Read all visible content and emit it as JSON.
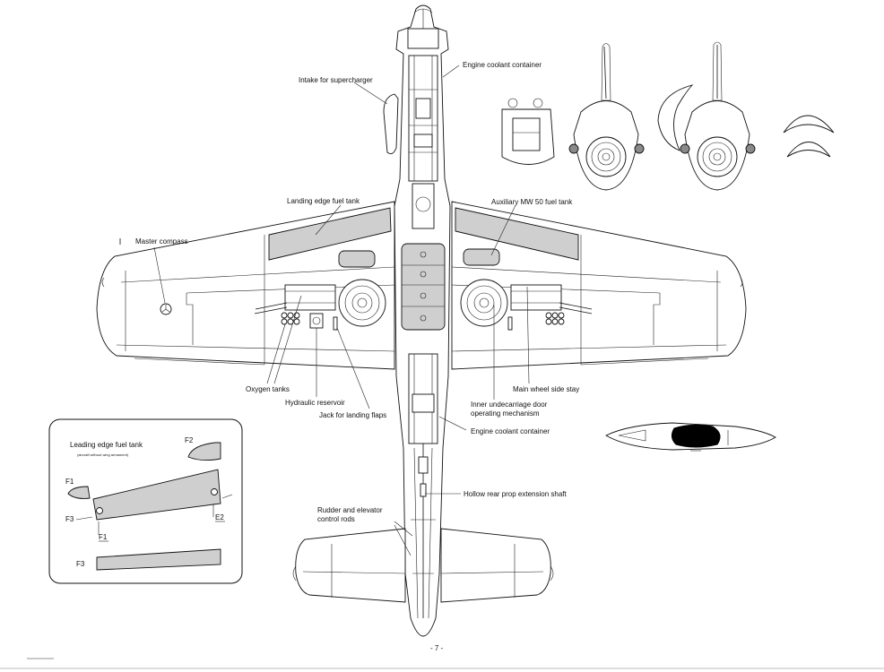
{
  "callouts": {
    "engine_coolant_top": "Engine coolant container",
    "intake_supercharger": "Intake for supercharger",
    "landing_edge_tank": "Landing edge fuel tank",
    "aux_mw50_tank": "Auxiliary MW 50 fuel tank",
    "master_compass": "Master compass",
    "oxygen_tanks": "Oxygen tanks",
    "hydraulic_reservoir": "Hydraulic reservoir",
    "jack_landing_flaps": "Jack for landing flaps",
    "inner_door_line1": "Inner undecarriage door",
    "inner_door_line2": "operating mechanism",
    "main_wheel_stay": "Main wheel side stay",
    "engine_coolant_bottom": "Engine coolant container",
    "hollow_shaft": "Hollow rear prop extension shaft",
    "rudder_line1": "Rudder and elevator",
    "rudder_line2": "control rods"
  },
  "inset": {
    "title": "Leading edge fuel tank",
    "subtitle": "(aircraft without wing armament)",
    "labels": {
      "f2": "F2",
      "f1_left": "F1",
      "f3_left": "F3",
      "f1_bottom": "F1",
      "e2": "E2",
      "f3_bottom": "F3"
    }
  },
  "page_number": "- 7 -",
  "colors": {
    "tank_fill": "#cfcfcf",
    "line": "#111111",
    "canopy_blackout": "#000000"
  }
}
